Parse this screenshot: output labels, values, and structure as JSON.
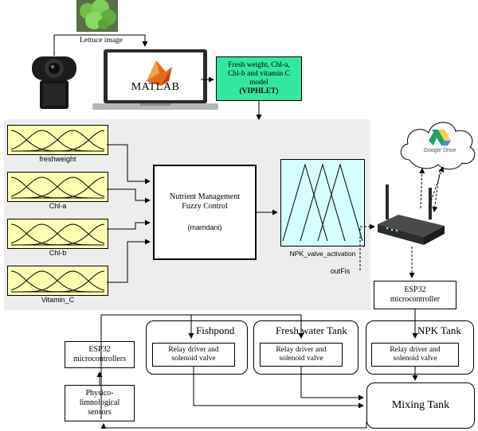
{
  "lettuce_caption": "Lettuce image",
  "matlab_logo_text": "MATLAB",
  "model_box": {
    "line1": "Fresh weight, Chl-a,",
    "line2": "Chl-b and vitamin C",
    "line3": "model",
    "line4": "(VIPHLET)"
  },
  "inputs": [
    {
      "label": "freshweight"
    },
    {
      "label": "Chl-a"
    },
    {
      "label": "Chl-b"
    },
    {
      "label": "Vitamin_C"
    }
  ],
  "fuzzy_box": {
    "line1": "Nutrient Management",
    "line2": "Fuzzy Control",
    "method": "(mamdani)"
  },
  "output_mf_label": "NPK_valve_activation",
  "outfis_label": "outFis",
  "google_drive_label": "Google Drive",
  "esp32_main": {
    "line1": "ESP32",
    "line2": "microcontroller"
  },
  "esp32_left": {
    "line1": "ESP32",
    "line2": "microcontrollers"
  },
  "sensors_box": {
    "line1": "Physico-",
    "line2": "limnological",
    "line3": "sensors"
  },
  "tanks": [
    {
      "title": "Fishpond",
      "relay_line1": "Relay driver and",
      "relay_line2": "solenoid valve"
    },
    {
      "title": "Fresh water Tank",
      "relay_line1": "Relay driver and",
      "relay_line2": "solenoid valve"
    },
    {
      "title": "NPK Tank",
      "relay_line1": "Relay driver and",
      "relay_line2": "solenoid valve"
    }
  ],
  "mixing_tank": "Mixing Tank",
  "colors": {
    "model_box_fill": "#33e89e",
    "mf_fill": "#ffffb4",
    "output_mf_fill": "#d6ffff",
    "panel_grey": "#ededed"
  }
}
